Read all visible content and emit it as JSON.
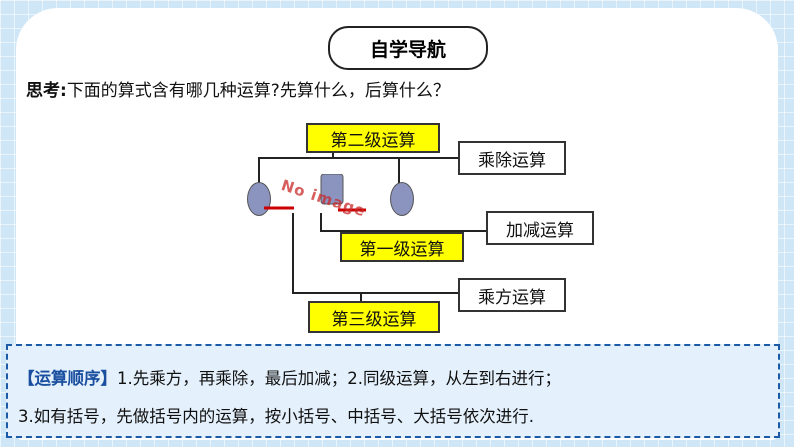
{
  "header": {
    "title": "自学导航"
  },
  "question": {
    "label": "思考:",
    "text": "下面的算式含有哪几种运算?先算什么，后算什么？"
  },
  "diagram": {
    "level2": "第二级运算",
    "level1": "第一级运算",
    "level3": "第三级运算",
    "mul_div": "乘除运算",
    "add_sub": "加减运算",
    "power": "乘方运算",
    "placeholder": "No image"
  },
  "rules": {
    "title": "【运算顺序】",
    "line1": "1.先乘方，再乘除，最后加减；2.同级运算，从左到右进行；",
    "line2": "3.如有括号，先做括号内的运算，按小括号、中括号、大括号依次进行."
  },
  "colors": {
    "highlight": "#ffff00",
    "accent": "#1a4fa0",
    "background": "#cfe6f7"
  }
}
